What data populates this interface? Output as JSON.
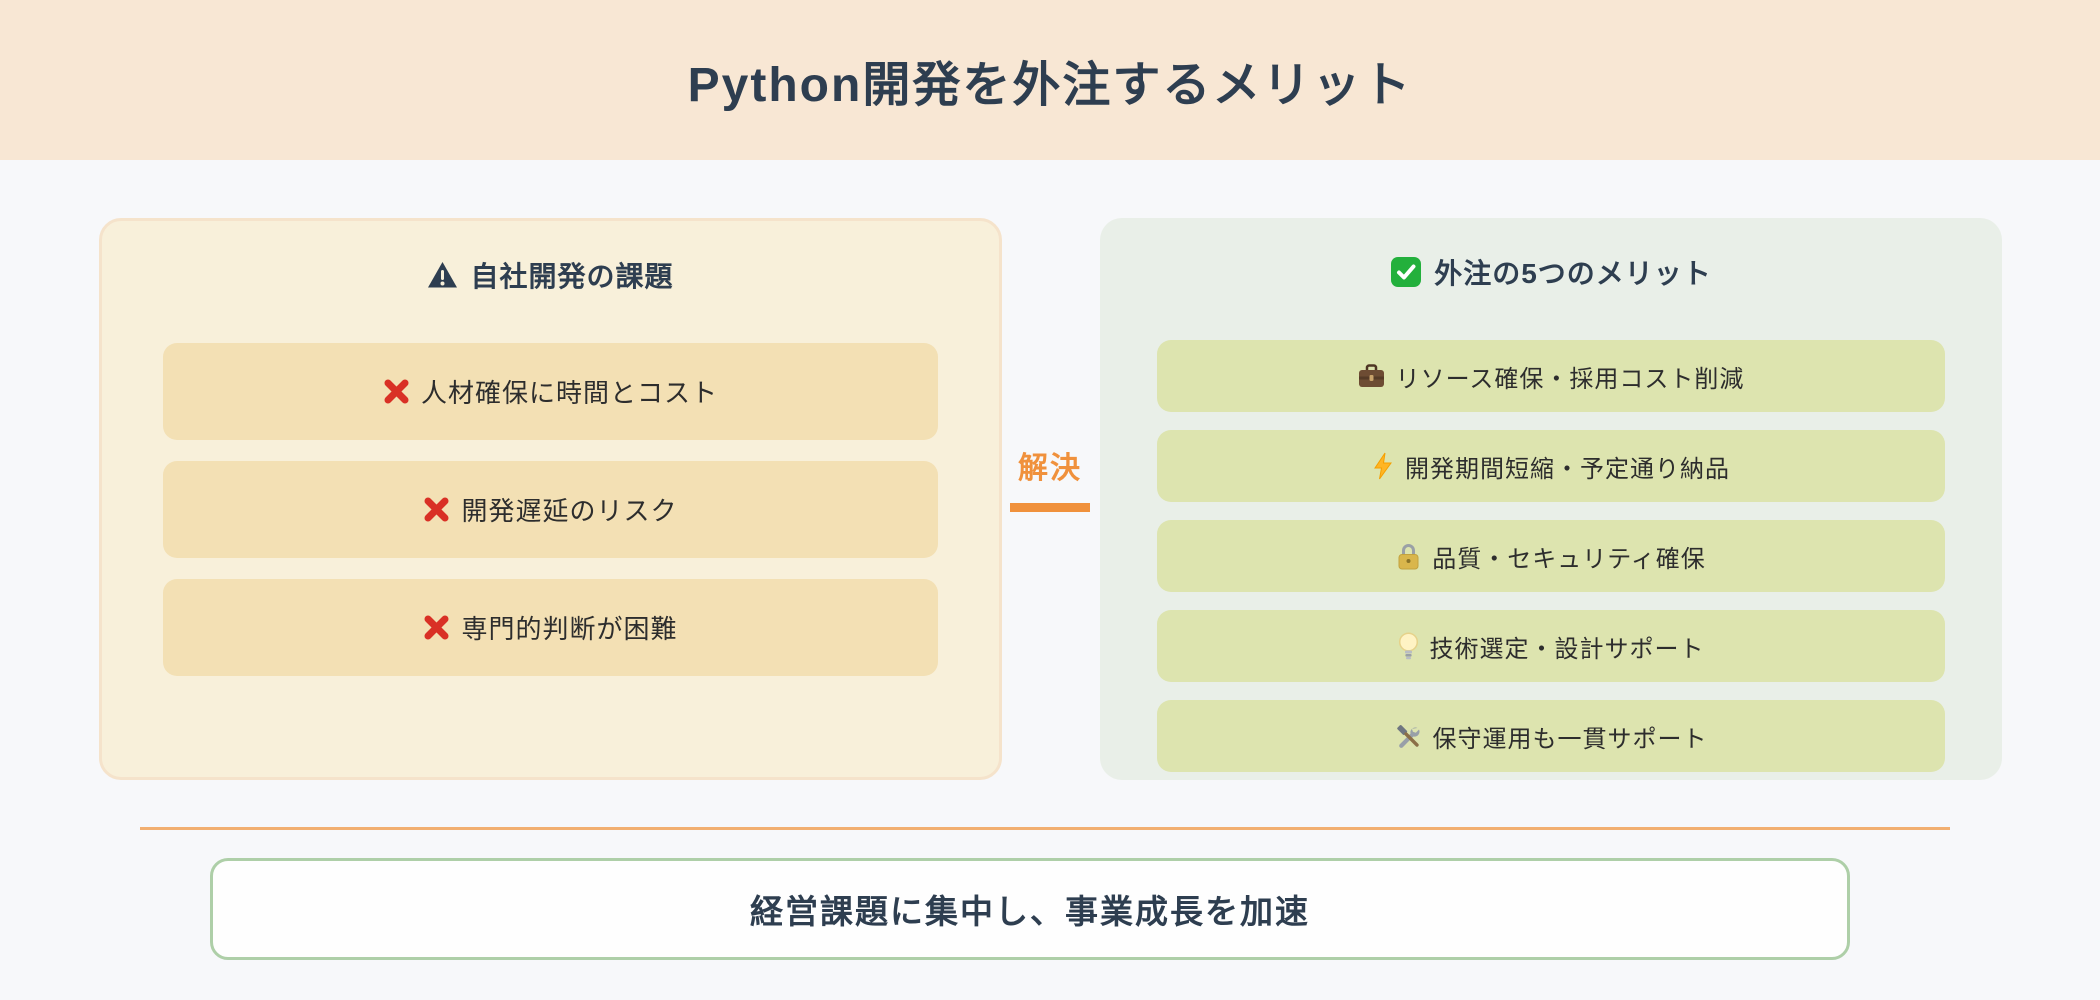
{
  "header": {
    "title": "Python開発を外注するメリット"
  },
  "left_panel": {
    "icon": "warning-icon",
    "title": "自社開発の課題",
    "items": [
      {
        "icon": "cross-mark-icon",
        "label": "人材確保に時間とコスト"
      },
      {
        "icon": "cross-mark-icon",
        "label": "開発遅延のリスク"
      },
      {
        "icon": "cross-mark-icon",
        "label": "専門的判断が困難"
      }
    ]
  },
  "connector": {
    "label": "解決"
  },
  "right_panel": {
    "icon": "check-box-icon",
    "title": "外注の5つのメリット",
    "items": [
      {
        "icon": "briefcase-icon",
        "label": "リソース確保・採用コスト削減"
      },
      {
        "icon": "lightning-icon",
        "label": "開発期間短縮・予定通り納品"
      },
      {
        "icon": "lock-icon",
        "label": "品質・セキュリティ確保"
      },
      {
        "icon": "bulb-icon",
        "label": "技術選定・設計サポート"
      },
      {
        "icon": "tools-icon",
        "label": "保守運用も一貫サポート"
      }
    ]
  },
  "footer": {
    "message": "経営課題に集中し、事業成長を加速"
  },
  "colors": {
    "header_background": "#F8E7D4",
    "page_background": "#F7F8FA",
    "title_navy": "#2E3E50",
    "left_panel_fill": "#F8F0DA",
    "left_item_fill": "#F3E0B4",
    "right_panel_fill": "#E9EFE8",
    "right_item_fill": "#DDE4AF",
    "accent_orange": "#F0913C",
    "divider_orange": "#F2AF70",
    "banner_border_green": "#AECFA8",
    "cross_red": "#D93025",
    "check_green": "#23B03C"
  }
}
